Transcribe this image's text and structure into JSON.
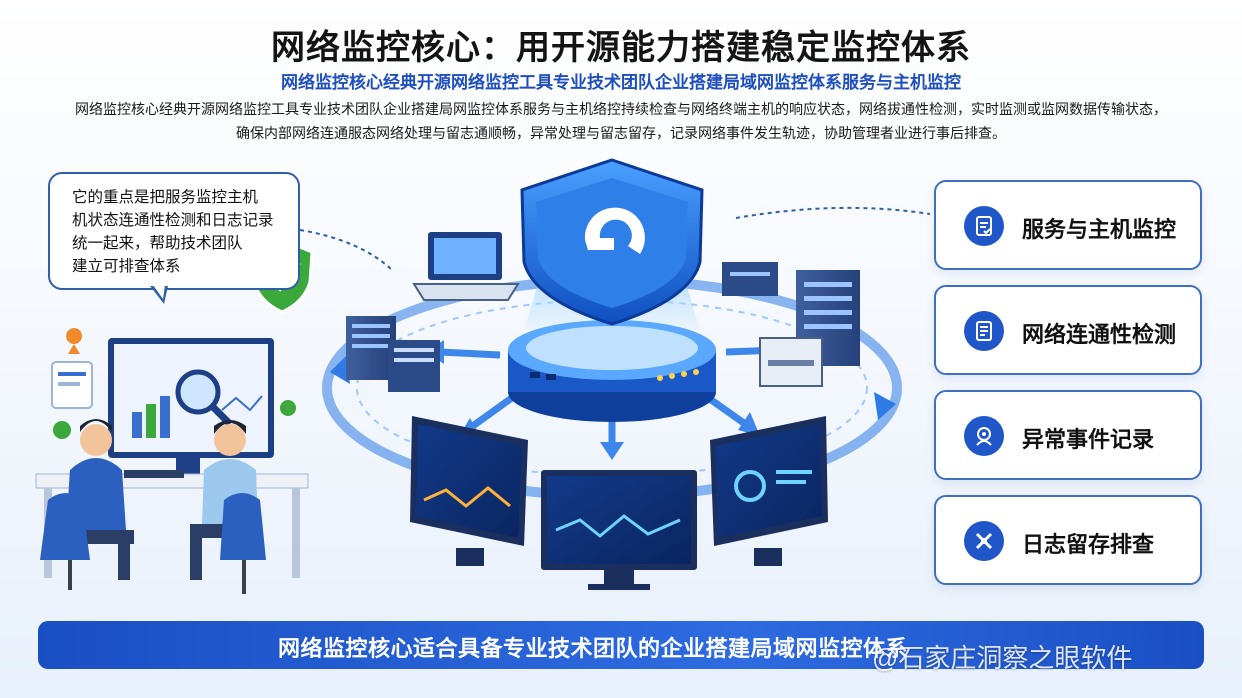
{
  "header": {
    "title": "网络监控核心：用开源能力搭建稳定监控体系",
    "subtitle": "网络监控核心经典开源网络监控工具专业技术团队企业搭建局域网监控体系服务与主机监控",
    "description_line1": "网络监控核心经典开源网络监控工具专业技术团队企业搭建局网监控体系服务与主机络控持续检查与网络终端主机的响应状态，网络拔通性检测，实时监测或监网数据传输状态，",
    "description_line2": "确保内部网络连通服态网络处理与留志通顺畅，异常处理与留志留存，记录网络事件发生轨迹，协助管理者业进行事后排查。"
  },
  "bubble": {
    "lines": [
      "它的重点是把服务监控主机",
      "机状态连通性检测和日志记录",
      "统一起来，帮助技术团队",
      "建立可排查体系"
    ]
  },
  "cards": [
    {
      "label": "服务与主机监控",
      "icon": "document-check-icon"
    },
    {
      "label": "网络连通性检测",
      "icon": "document-list-icon"
    },
    {
      "label": "异常事件记录",
      "icon": "user-alert-icon"
    },
    {
      "label": "日志留存排查",
      "icon": "tools-icon"
    }
  ],
  "banner": {
    "text": "网络监控核心适合具备专业技术团队的企业搭建局域网监控体系"
  },
  "watermark": {
    "text": "@石家庄洞察之眼软件"
  },
  "colors": {
    "accent": "#1f56c8",
    "title": "#141414",
    "subtitle": "#1f4fbf",
    "banner": "#2e6be0",
    "shield_check": "#3aa83a"
  }
}
